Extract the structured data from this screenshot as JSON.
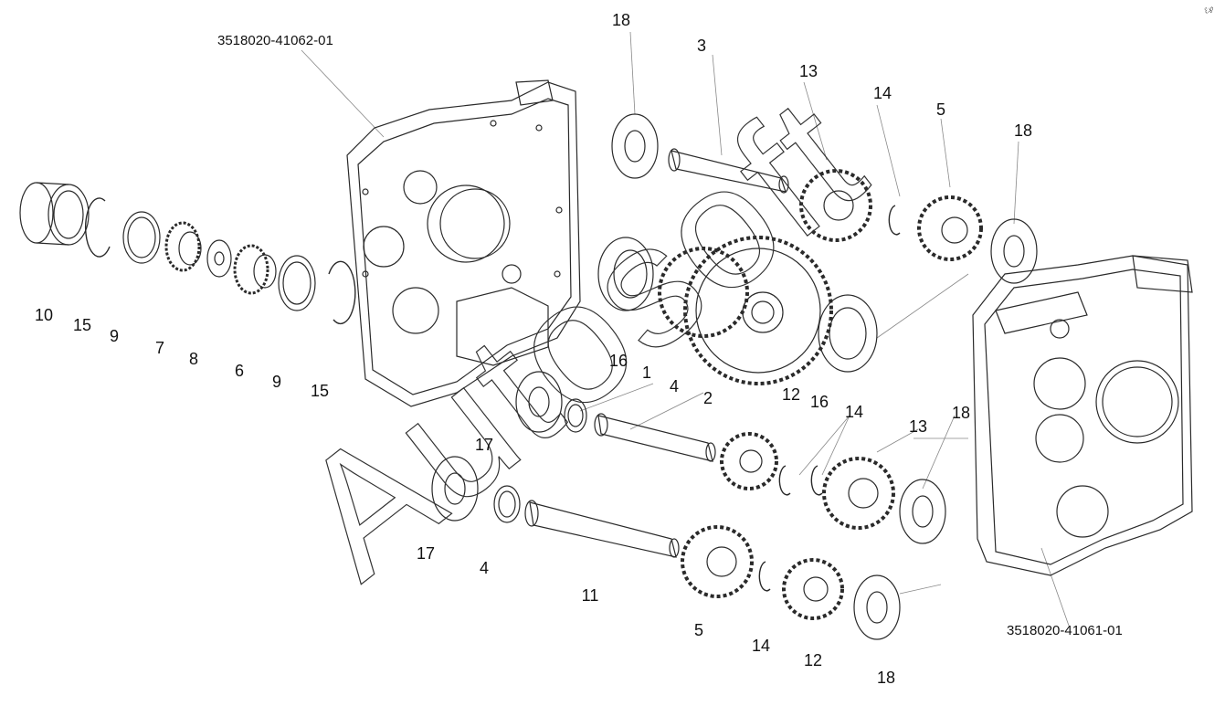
{
  "diagram": {
    "assembly_labels": {
      "upper_housing": "3518020-41062-01",
      "lower_housing": "3518020-41061-01"
    },
    "callouts": [
      {
        "id": "c1",
        "text": "18"
      },
      {
        "id": "c2",
        "text": "3"
      },
      {
        "id": "c3",
        "text": "13"
      },
      {
        "id": "c4",
        "text": "14"
      },
      {
        "id": "c5",
        "text": "5"
      },
      {
        "id": "c6",
        "text": "18"
      },
      {
        "id": "c7",
        "text": "10"
      },
      {
        "id": "c8",
        "text": "15"
      },
      {
        "id": "c9",
        "text": "9"
      },
      {
        "id": "c10",
        "text": "7"
      },
      {
        "id": "c11",
        "text": "8"
      },
      {
        "id": "c12",
        "text": "6"
      },
      {
        "id": "c13",
        "text": "9"
      },
      {
        "id": "c14",
        "text": "15"
      },
      {
        "id": "c15",
        "text": "16"
      },
      {
        "id": "c16",
        "text": "1"
      },
      {
        "id": "c17",
        "text": "4"
      },
      {
        "id": "c18",
        "text": "2"
      },
      {
        "id": "c19",
        "text": "12"
      },
      {
        "id": "c20",
        "text": "16"
      },
      {
        "id": "c21",
        "text": "14"
      },
      {
        "id": "c22",
        "text": "13"
      },
      {
        "id": "c23",
        "text": "18"
      },
      {
        "id": "c24",
        "text": "17"
      },
      {
        "id": "c25",
        "text": "17"
      },
      {
        "id": "c26",
        "text": "4"
      },
      {
        "id": "c27",
        "text": "11"
      },
      {
        "id": "c28",
        "text": "5"
      },
      {
        "id": "c29",
        "text": "14"
      },
      {
        "id": "c30",
        "text": "12"
      },
      {
        "id": "c31",
        "text": "18"
      }
    ],
    "watermark": "Autosoft",
    "corner_mark": "ℰ℘"
  },
  "colors": {
    "line": "#2a2a2a",
    "watermark_stroke": "#333333",
    "background": "#ffffff"
  }
}
